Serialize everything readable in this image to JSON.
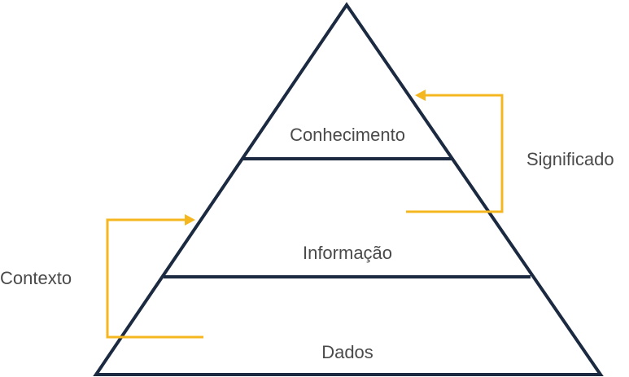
{
  "pyramid": {
    "levels": {
      "top": "Conhecimento",
      "middle": "Informação",
      "bottom": "Dados"
    }
  },
  "annotations": {
    "right": "Significado",
    "left": "Contexto"
  },
  "colors": {
    "pyramid_stroke": "#1b2a41",
    "bracket": "#f5b71f",
    "text": "#4a4a4a"
  }
}
